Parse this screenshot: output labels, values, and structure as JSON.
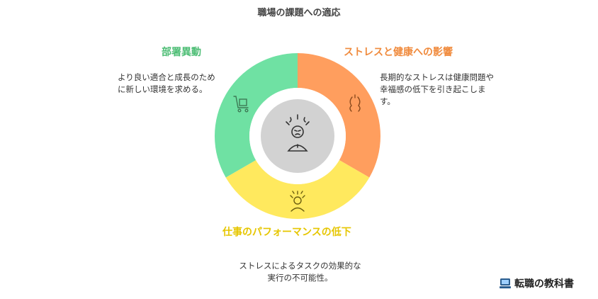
{
  "title": "職場の課題への適応",
  "colors": {
    "dept": "#6fe1a3",
    "stress": "#ff9e5e",
    "perf": "#ffe95e",
    "center": "#d2d2d2",
    "dept_text": "#4cbd74",
    "stress_text": "#f08a3c",
    "perf_text": "#e6c600"
  },
  "segments": [
    {
      "id": "dept",
      "heading": "部署異動",
      "description": "より良い適合と成長のために新しい環境を求める。",
      "icon": "cart-icon"
    },
    {
      "id": "stress",
      "heading": "ストレスと健康への影響",
      "description": "長期的なストレスは健康問題や幸福感の低下を引き起こします。",
      "icon": "stress-brain-icon"
    },
    {
      "id": "perf",
      "heading": "仕事のパフォーマンスの低下",
      "description": "ストレスによるタスクの効果的な実行の不可能性。",
      "icon": "overwhelmed-person-icon"
    }
  ],
  "center_icon": "stressed-person-icon",
  "brand": {
    "name": "転職の教科書",
    "icon": "computer-icon"
  }
}
